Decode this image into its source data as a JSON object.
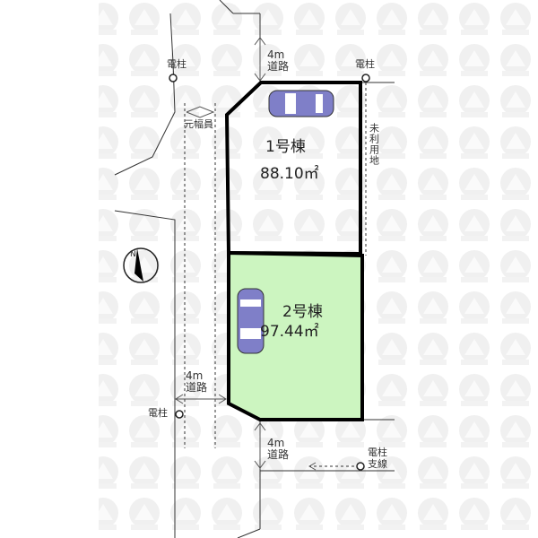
{
  "lots": [
    {
      "name": "1号棟",
      "area": "88.10㎡"
    },
    {
      "name": "2号棟",
      "area": "97.44㎡"
    }
  ],
  "labels": {
    "road_top": "4m\n道路",
    "road_top_l1": "4m",
    "road_top_l2": "道路",
    "road_left_l1": "4m",
    "road_left_l2": "道路",
    "road_bottom_l1": "4m",
    "road_bottom_l2": "道路",
    "pole": "電柱",
    "pole_stay": "支線",
    "width_note": "元幅員",
    "unused_land": "未利用地"
  },
  "colors": {
    "lot2_fill": "#ccf5c0",
    "car": "#7f7fc8",
    "border": "#000000"
  }
}
